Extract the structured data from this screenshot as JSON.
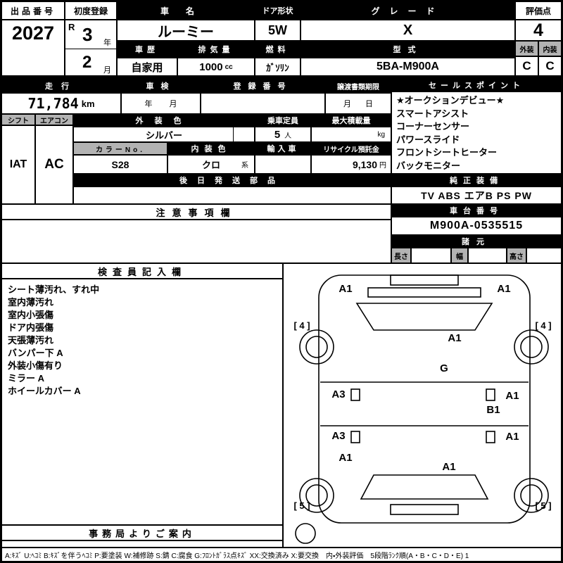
{
  "top": {
    "auction_no_label": "出品番号",
    "auction_no": "2027",
    "first_reg_label": "初度登録",
    "era": "R",
    "reg_year": "3",
    "year_unit": "年",
    "reg_month": "2",
    "month_unit": "月",
    "name_label": "車名",
    "name": "ルーミー",
    "door_label": "ドア形状",
    "door": "5W",
    "grade_label": "グレード",
    "grade": "X",
    "score_label": "評価点",
    "score": "4",
    "history_label": "車歴",
    "history": "自家用",
    "displacement_label": "排気量",
    "displacement": "1000",
    "displacement_unit": "cc",
    "fuel_label": "燃料",
    "fuel": "ｶﾞｿﾘﾝ",
    "model_label": "型式",
    "model": "5BA-M900A",
    "exterior_label": "外装",
    "interior_label": "内装",
    "exterior_grade": "C",
    "interior_grade": "C"
  },
  "second": {
    "mileage_label": "走行",
    "mileage": "71,784",
    "mileage_unit": "km",
    "inspection_label": "車検",
    "inspection_year_unit": "年",
    "inspection_month_unit": "月",
    "reg_no_label": "登録番号",
    "transfer_label": "譲渡書類期限",
    "transfer_month_unit": "月",
    "transfer_day_unit": "日",
    "sales_label": "セールスポイント",
    "sales_points": [
      "★オークションデビュー★",
      "スマートアシスト",
      "コーナーセンサー",
      "パワースライド",
      "フロントシートヒーター",
      "バックモニター"
    ]
  },
  "third": {
    "shift_label": "シフト",
    "shift": "IAT",
    "aircon_label": "エアコン",
    "aircon": "AC",
    "ext_color_label": "外装色",
    "ext_color": "シルバー",
    "capacity_label": "乗車定員",
    "capacity": "5",
    "capacity_unit": "人",
    "max_load_label": "最大積載量",
    "max_load_unit": "kg",
    "color_no_label": "カラーNo.",
    "color_no": "S28",
    "int_color_label": "内装色",
    "int_color": "クロ",
    "int_color_unit": "系",
    "import_label": "輸入車",
    "recycle_label": "リサイクル預託金",
    "recycle": "9,130",
    "recycle_unit": "円",
    "later_parts_label": "後日発送部品",
    "equipment_label": "純正装備",
    "equipment": "TV ABS エアB PS PW"
  },
  "fourth": {
    "notice_label": "注意事項欄",
    "chassis_label": "車台番号",
    "chassis_no": "M900A-0535515",
    "specs_label": "諸元",
    "length_label": "長さ",
    "width_label": "幅",
    "height_label": "高さ"
  },
  "inspector": {
    "label": "検査員記入欄",
    "notes": [
      "シート薄汚れ、すれ中",
      "室内薄汚れ",
      "室内小張傷",
      "ドア内張傷",
      "天張薄汚れ",
      "バンパー下 A",
      "外装小傷有り",
      "ミラー A",
      "ホイールカバー A"
    ],
    "office_label": "事務局よりご案内"
  },
  "diagram": {
    "front_left": "A1",
    "front_right": "A1",
    "hood": "A1",
    "windshield": "G",
    "left_front_door": "A3",
    "right_front_door": "A1",
    "right_side": "B1",
    "left_rear_door": "A3",
    "right_rear_door": "A1",
    "left_quarter": "A1",
    "rear": "A1",
    "tire_front_left": "[ 4 ]",
    "tire_front_right": "[ 4 ]",
    "tire_rear_left": "[ 5 ]",
    "tire_rear_right": "[ 5 ]"
  },
  "legend": "A:ｷｽﾞ U:ﾍｺﾐ B:ｷｽﾞを伴うﾍｺﾐ P:要塗装 W:補修跡 S:錆 C:腐食 G:ﾌﾛﾝﾄｶﾞﾗｽ点ｷｽﾞ XX:交換済み X:要交換　内・外装評価　5段階ﾗﾝｸ順(A・B・C・D・E) 1"
}
